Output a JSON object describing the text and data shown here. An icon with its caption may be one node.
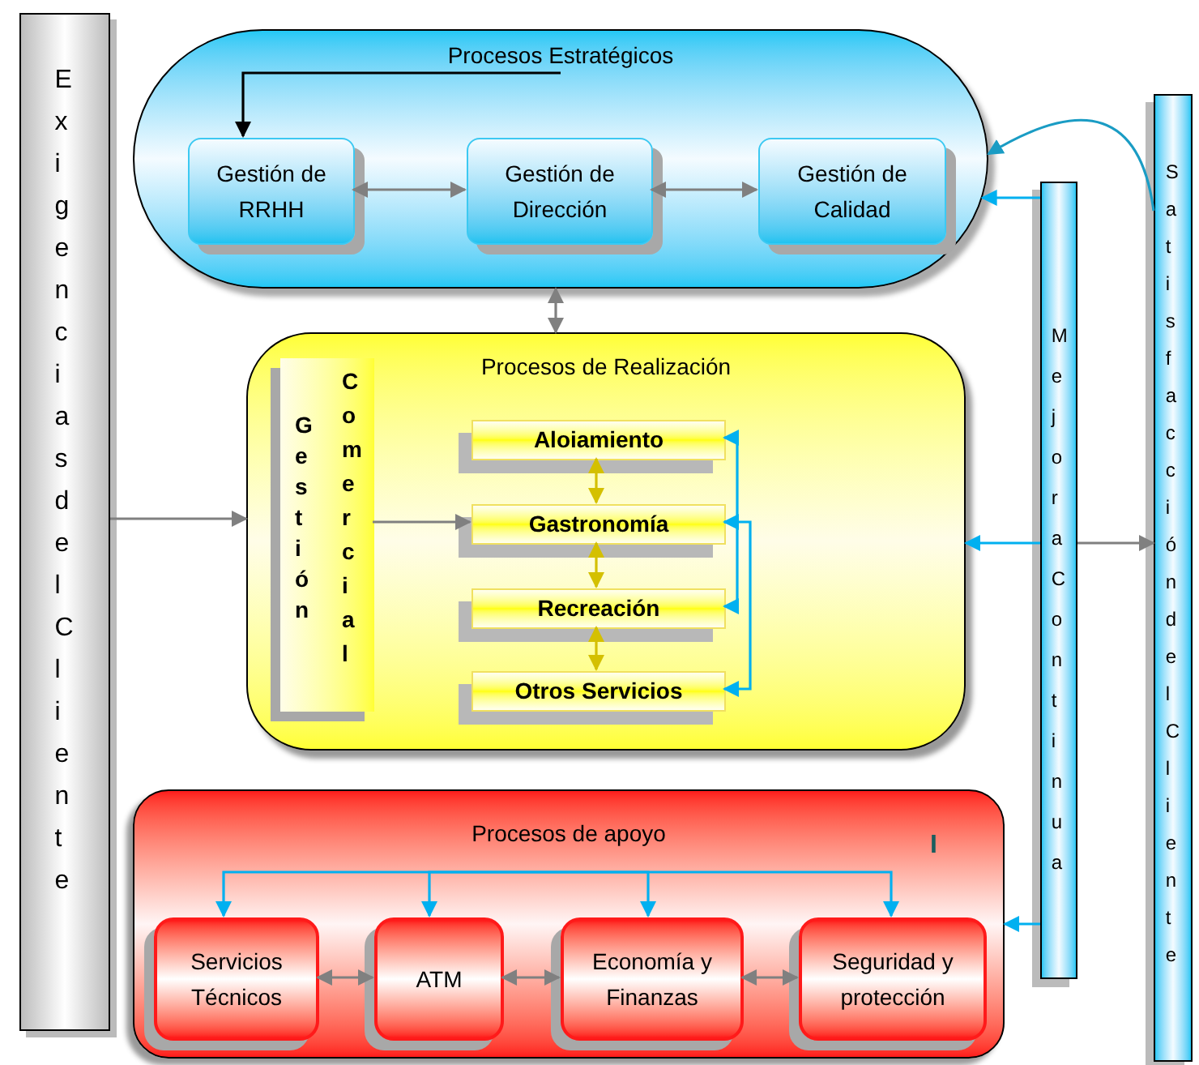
{
  "diagram": {
    "nodes": [
      {
        "text": [
          "Exigencias del Cliente"
        ]
      },
      {
        "text": [
          "Procesos Estratégicos"
        ]
      },
      {
        "text": [
          "Gestión de RRHH"
        ],
        "in": 1
      },
      {
        "text": [
          "Gestión de Dirección"
        ],
        "in": 1
      },
      {
        "text": [
          "Gestión de Calidad"
        ],
        "in": 1
      },
      {
        "text": [
          "Procesos de Realización"
        ]
      },
      {
        "text": [
          "Gestión",
          "Comercial"
        ],
        "in": 5
      },
      {
        "text": [
          "Aloiamiento"
        ],
        "in": 5
      },
      {
        "text": [
          "Gastronomía"
        ],
        "in": 5
      },
      {
        "text": [
          "Recreación"
        ],
        "in": 5
      },
      {
        "text": [
          "Otros Servicios"
        ],
        "in": 5
      },
      {
        "text": [
          "Procesos de apoyo"
        ]
      },
      {
        "text": [
          "Servicios Técnicos"
        ],
        "in": 11
      },
      {
        "text": [
          "ATM"
        ],
        "in": 11
      },
      {
        "text": [
          "Economía y Finanzas"
        ],
        "in": 11
      },
      {
        "text": [
          "Seguridad y protección"
        ],
        "in": 11
      },
      {
        "text": [
          "Mejora Continua"
        ]
      },
      {
        "text": [
          "Satisfacción del Cliente"
        ]
      }
    ],
    "edges": [
      {
        "from": null,
        "to": 2,
        "arrow": "to",
        "color": "#000000"
      },
      {
        "from": 2,
        "to": 3,
        "arrow": "both",
        "color": "#808080"
      },
      {
        "from": 3,
        "to": 4,
        "arrow": "both",
        "color": "#808080"
      },
      {
        "from": 1,
        "to": 5,
        "arrow": "both",
        "color": "#808080"
      },
      {
        "from": 17,
        "to": 1,
        "arrow": "to",
        "color": "#1a9cc4"
      },
      {
        "from": 16,
        "to": 1,
        "arrow": "to",
        "color": "#00b0f0"
      },
      {
        "from": 16,
        "to": 5,
        "arrow": "to",
        "color": "#00b0f0"
      },
      {
        "from": 16,
        "to": 11,
        "arrow": "to",
        "color": "#00b0f0"
      },
      {
        "from": 16,
        "to": 17,
        "arrow": "to",
        "color": "#808080"
      },
      {
        "from": 0,
        "to": 5,
        "arrow": "to",
        "color": "#808080"
      },
      {
        "from": 6,
        "to": 8,
        "arrow": "to",
        "color": "#808080"
      },
      {
        "from": 7,
        "to": 8,
        "arrow": "both",
        "color": "#d4c000"
      },
      {
        "from": 8,
        "to": 9,
        "arrow": "both",
        "color": "#d4c000"
      },
      {
        "from": 9,
        "to": 10,
        "arrow": "both",
        "color": "#d4c000"
      },
      {
        "from": 8,
        "to": 7,
        "arrow": "to",
        "color": "#00b0f0"
      },
      {
        "from": 8,
        "to": 9,
        "arrow": "to",
        "color": "#00b0f0"
      },
      {
        "from": 8,
        "to": 10,
        "arrow": "both",
        "color": "#00b0f0"
      },
      {
        "from": null,
        "to": 12,
        "arrow": "to",
        "color": "#00b0f0"
      },
      {
        "from": null,
        "to": 13,
        "arrow": "to",
        "color": "#00b0f0"
      },
      {
        "from": null,
        "to": 14,
        "arrow": "to",
        "color": "#00b0f0"
      },
      {
        "from": null,
        "to": 15,
        "arrow": "to",
        "color": "#00b0f0"
      },
      {
        "from": 12,
        "to": 13,
        "arrow": "both",
        "color": "#808080"
      },
      {
        "from": 13,
        "to": 14,
        "arrow": "both",
        "color": "#808080"
      },
      {
        "from": 14,
        "to": 15,
        "arrow": "both",
        "color": "#808080"
      }
    ],
    "labels": [
      "I"
    ]
  }
}
